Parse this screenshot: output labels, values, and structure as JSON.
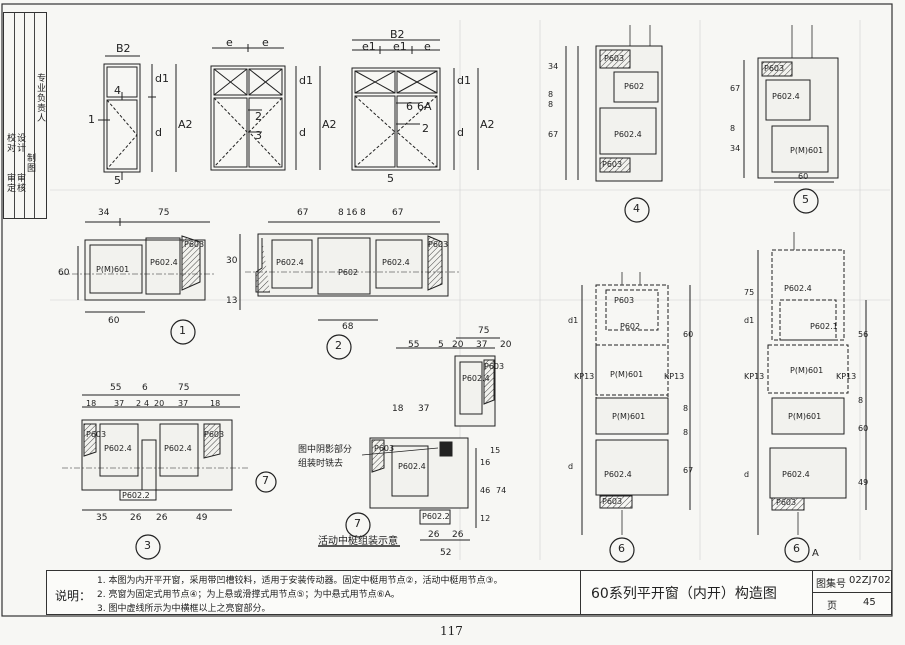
{
  "stamp": {
    "col1": [
      "校对",
      "审定"
    ],
    "col2": [
      "设计",
      "审核"
    ],
    "col3": [
      "制图"
    ],
    "col4": [
      "专业负责人"
    ]
  },
  "elevations": {
    "e1": {
      "top_dim": "B2",
      "side_dims": [
        "d1",
        "d",
        "A2"
      ],
      "labels": [
        "4",
        "1",
        "5"
      ]
    },
    "e2": {
      "top_dims": [
        "e",
        "e"
      ],
      "side_dims": [
        "d1",
        "d",
        "A2"
      ],
      "labels": [
        "2",
        "3"
      ]
    },
    "e3": {
      "top_dims": [
        "B2",
        "e1",
        "e1",
        "e"
      ],
      "side_dims": [
        "d1",
        "d",
        "A2"
      ],
      "labels": [
        "6",
        "6A",
        "2",
        "5"
      ]
    }
  },
  "details": {
    "d1": {
      "number": "1",
      "dims_top": [
        "34",
        "75"
      ],
      "dim_left": "60",
      "dim_bottom": "60",
      "profiles": [
        "P(M)601",
        "P602.4",
        "P603"
      ]
    },
    "d2": {
      "number": "2",
      "dims_top": [
        "67",
        "8",
        "16",
        "8",
        "67"
      ],
      "dims_left": [
        "30",
        "13"
      ],
      "dim_bottom": "68",
      "profiles": [
        "P602.4",
        "P602",
        "P602.4",
        "P603"
      ]
    },
    "d3": {
      "number": "3",
      "dims_top": [
        "55",
        "6",
        "75"
      ],
      "dims_top2": [
        "18",
        "37",
        "2",
        "4",
        "20",
        "37",
        "18"
      ],
      "dims_bottom": [
        "35",
        "26",
        "26",
        "49"
      ],
      "profiles": [
        "P603",
        "P602.4",
        "P602.4",
        "P603",
        "P602.2"
      ]
    },
    "d4": {
      "number": "4",
      "dims_left": [
        "34",
        "8",
        "8",
        "67"
      ],
      "profiles": [
        "P603",
        "P602",
        "P602.4",
        "P603"
      ]
    },
    "d5": {
      "number": "5",
      "dims_left": [
        "67",
        "8",
        "34"
      ],
      "dim_bottom": "60",
      "profiles": [
        "P603",
        "P602.4",
        "P(M)601"
      ]
    },
    "d6": {
      "number": "6",
      "dims": [
        "d1",
        "60",
        "8",
        "8",
        "67",
        "d"
      ],
      "profiles": [
        "P603",
        "P602",
        "P(M)601",
        "KP13",
        "KP13",
        "P(M)601",
        "P602.4",
        "P603"
      ]
    },
    "d6a": {
      "number": "6",
      "suffix": "A",
      "dims": [
        "75",
        "d1",
        "56",
        "8",
        "60",
        "49",
        "d"
      ],
      "profiles": [
        "P602.4",
        "P602.1",
        "P(M)601",
        "KP13",
        "KP13",
        "P(M)601",
        "P602.4",
        "P603"
      ]
    },
    "d7": {
      "number": "7",
      "dims_top": [
        "75",
        "55",
        "5",
        "20",
        "37",
        "20"
      ],
      "dims_mid": [
        "18",
        "37"
      ],
      "dims_right": [
        "15",
        "16",
        "46",
        "74",
        "12"
      ],
      "dims_bottom": [
        "26",
        "26",
        "52"
      ],
      "profiles": [
        "P602.4",
        "P603",
        "P603",
        "P602.4",
        "P602.2"
      ],
      "note": [
        "图中阴影部分",
        "组装时铣去"
      ],
      "caption": "活动中梃组装示意"
    }
  },
  "notes": {
    "label": "说明：",
    "lines": [
      "1. 本图为内开平开窗，采用带凹槽铰料，适用于安装传动器。固定中梃用节点②，活动中梃用节点③。",
      "2. 亮窗为固定式用节点④；为上悬或滑撑式用节点⑤；为中悬式用节点⑥A。",
      "3. 图中虚线所示为中横框以上之亮窗部分。"
    ]
  },
  "title": "60系列平开窗（内开）构造图",
  "meta": {
    "atlas_label": "图集号",
    "atlas_value": "02ZJ702",
    "page_label": "页",
    "page_value": "45"
  },
  "page_number": "117"
}
